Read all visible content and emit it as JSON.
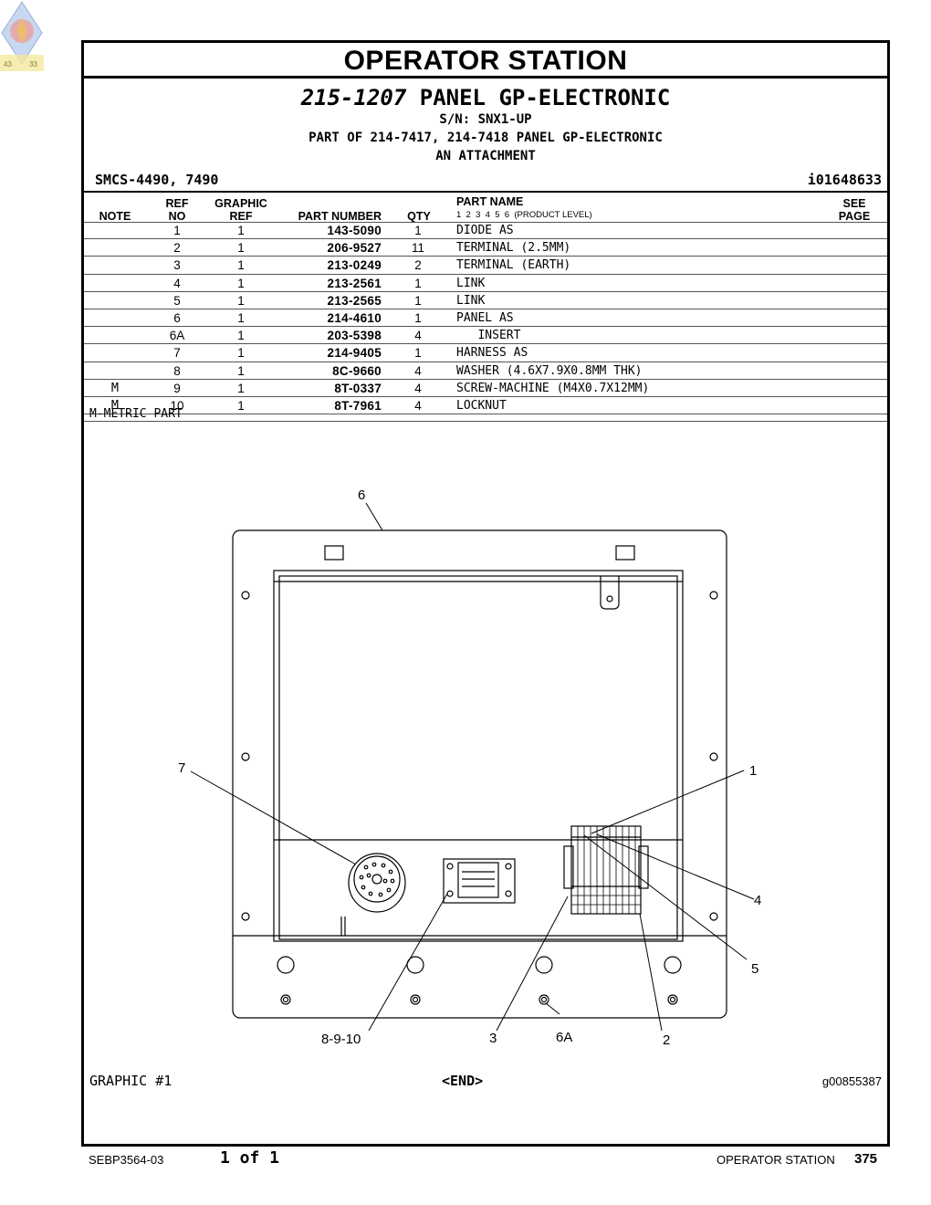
{
  "title": "OPERATOR STATION",
  "group": {
    "part_number": "215-1207",
    "part_name": "PANEL GP-ELECTRONIC",
    "serial": "S/N: SNX1-UP",
    "part_of": "PART OF 214-7417, 214-7418 PANEL GP-ELECTRONIC",
    "attachment": "AN ATTACHMENT",
    "smcs": "SMCS-4490, 7490",
    "ident": "i01648633"
  },
  "columns": {
    "note": "NOTE",
    "ref_top": "REF",
    "ref_bottom": "NO",
    "graphic_top": "GRAPHIC",
    "graphic_bottom": "REF",
    "part_number": "PART NUMBER",
    "qty": "QTY",
    "part_name": "PART NAME",
    "product_level": "1  2  3  4  5  6  (PRODUCT LEVEL)",
    "see_top": "SEE",
    "see_bottom": "PAGE"
  },
  "parts": [
    {
      "note": "",
      "ref": "1",
      "graphic": "1",
      "part_number": "143-5090",
      "qty": "1",
      "name": "DIODE AS"
    },
    {
      "note": "",
      "ref": "2",
      "graphic": "1",
      "part_number": "206-9527",
      "qty": "11",
      "name": "TERMINAL (2.5MM)"
    },
    {
      "note": "",
      "ref": "3",
      "graphic": "1",
      "part_number": "213-0249",
      "qty": "2",
      "name": "TERMINAL (EARTH)"
    },
    {
      "note": "",
      "ref": "4",
      "graphic": "1",
      "part_number": "213-2561",
      "qty": "1",
      "name": "LINK"
    },
    {
      "note": "",
      "ref": "5",
      "graphic": "1",
      "part_number": "213-2565",
      "qty": "1",
      "name": "LINK"
    },
    {
      "note": "",
      "ref": "6",
      "graphic": "1",
      "part_number": "214-4610",
      "qty": "1",
      "name": "PANEL AS"
    },
    {
      "note": "",
      "ref": "6A",
      "graphic": "1",
      "part_number": "203-5398",
      "qty": "4",
      "name": "   INSERT"
    },
    {
      "note": "",
      "ref": "7",
      "graphic": "1",
      "part_number": "214-9405",
      "qty": "1",
      "name": "HARNESS AS"
    },
    {
      "note": "",
      "ref": "8",
      "graphic": "1",
      "part_number": "8C-9660",
      "qty": "4",
      "name": "WASHER (4.6X7.9X0.8MM THK)"
    },
    {
      "note": "M",
      "ref": "9",
      "graphic": "1",
      "part_number": "8T-0337",
      "qty": "4",
      "name": "SCREW-MACHINE (M4X0.7X12MM)"
    },
    {
      "note": "M",
      "ref": "10",
      "graphic": "1",
      "part_number": "8T-7961",
      "qty": "4",
      "name": "LOCKNUT"
    }
  ],
  "metric_note": "M-METRIC PART",
  "callouts": {
    "c6": "6",
    "c7": "7",
    "c1": "1",
    "c4": "4",
    "c5": "5",
    "c2": "2",
    "c6a": "6A",
    "c3": "3",
    "c8910": "8-9-10"
  },
  "graphic_label": "GRAPHIC #1",
  "end_label": "<END>",
  "graphic_id": "g00855387",
  "footer": {
    "doc": "SEBP3564-03",
    "page_of": "1 of 1",
    "section": "OPERATOR STATION",
    "page": "375"
  }
}
